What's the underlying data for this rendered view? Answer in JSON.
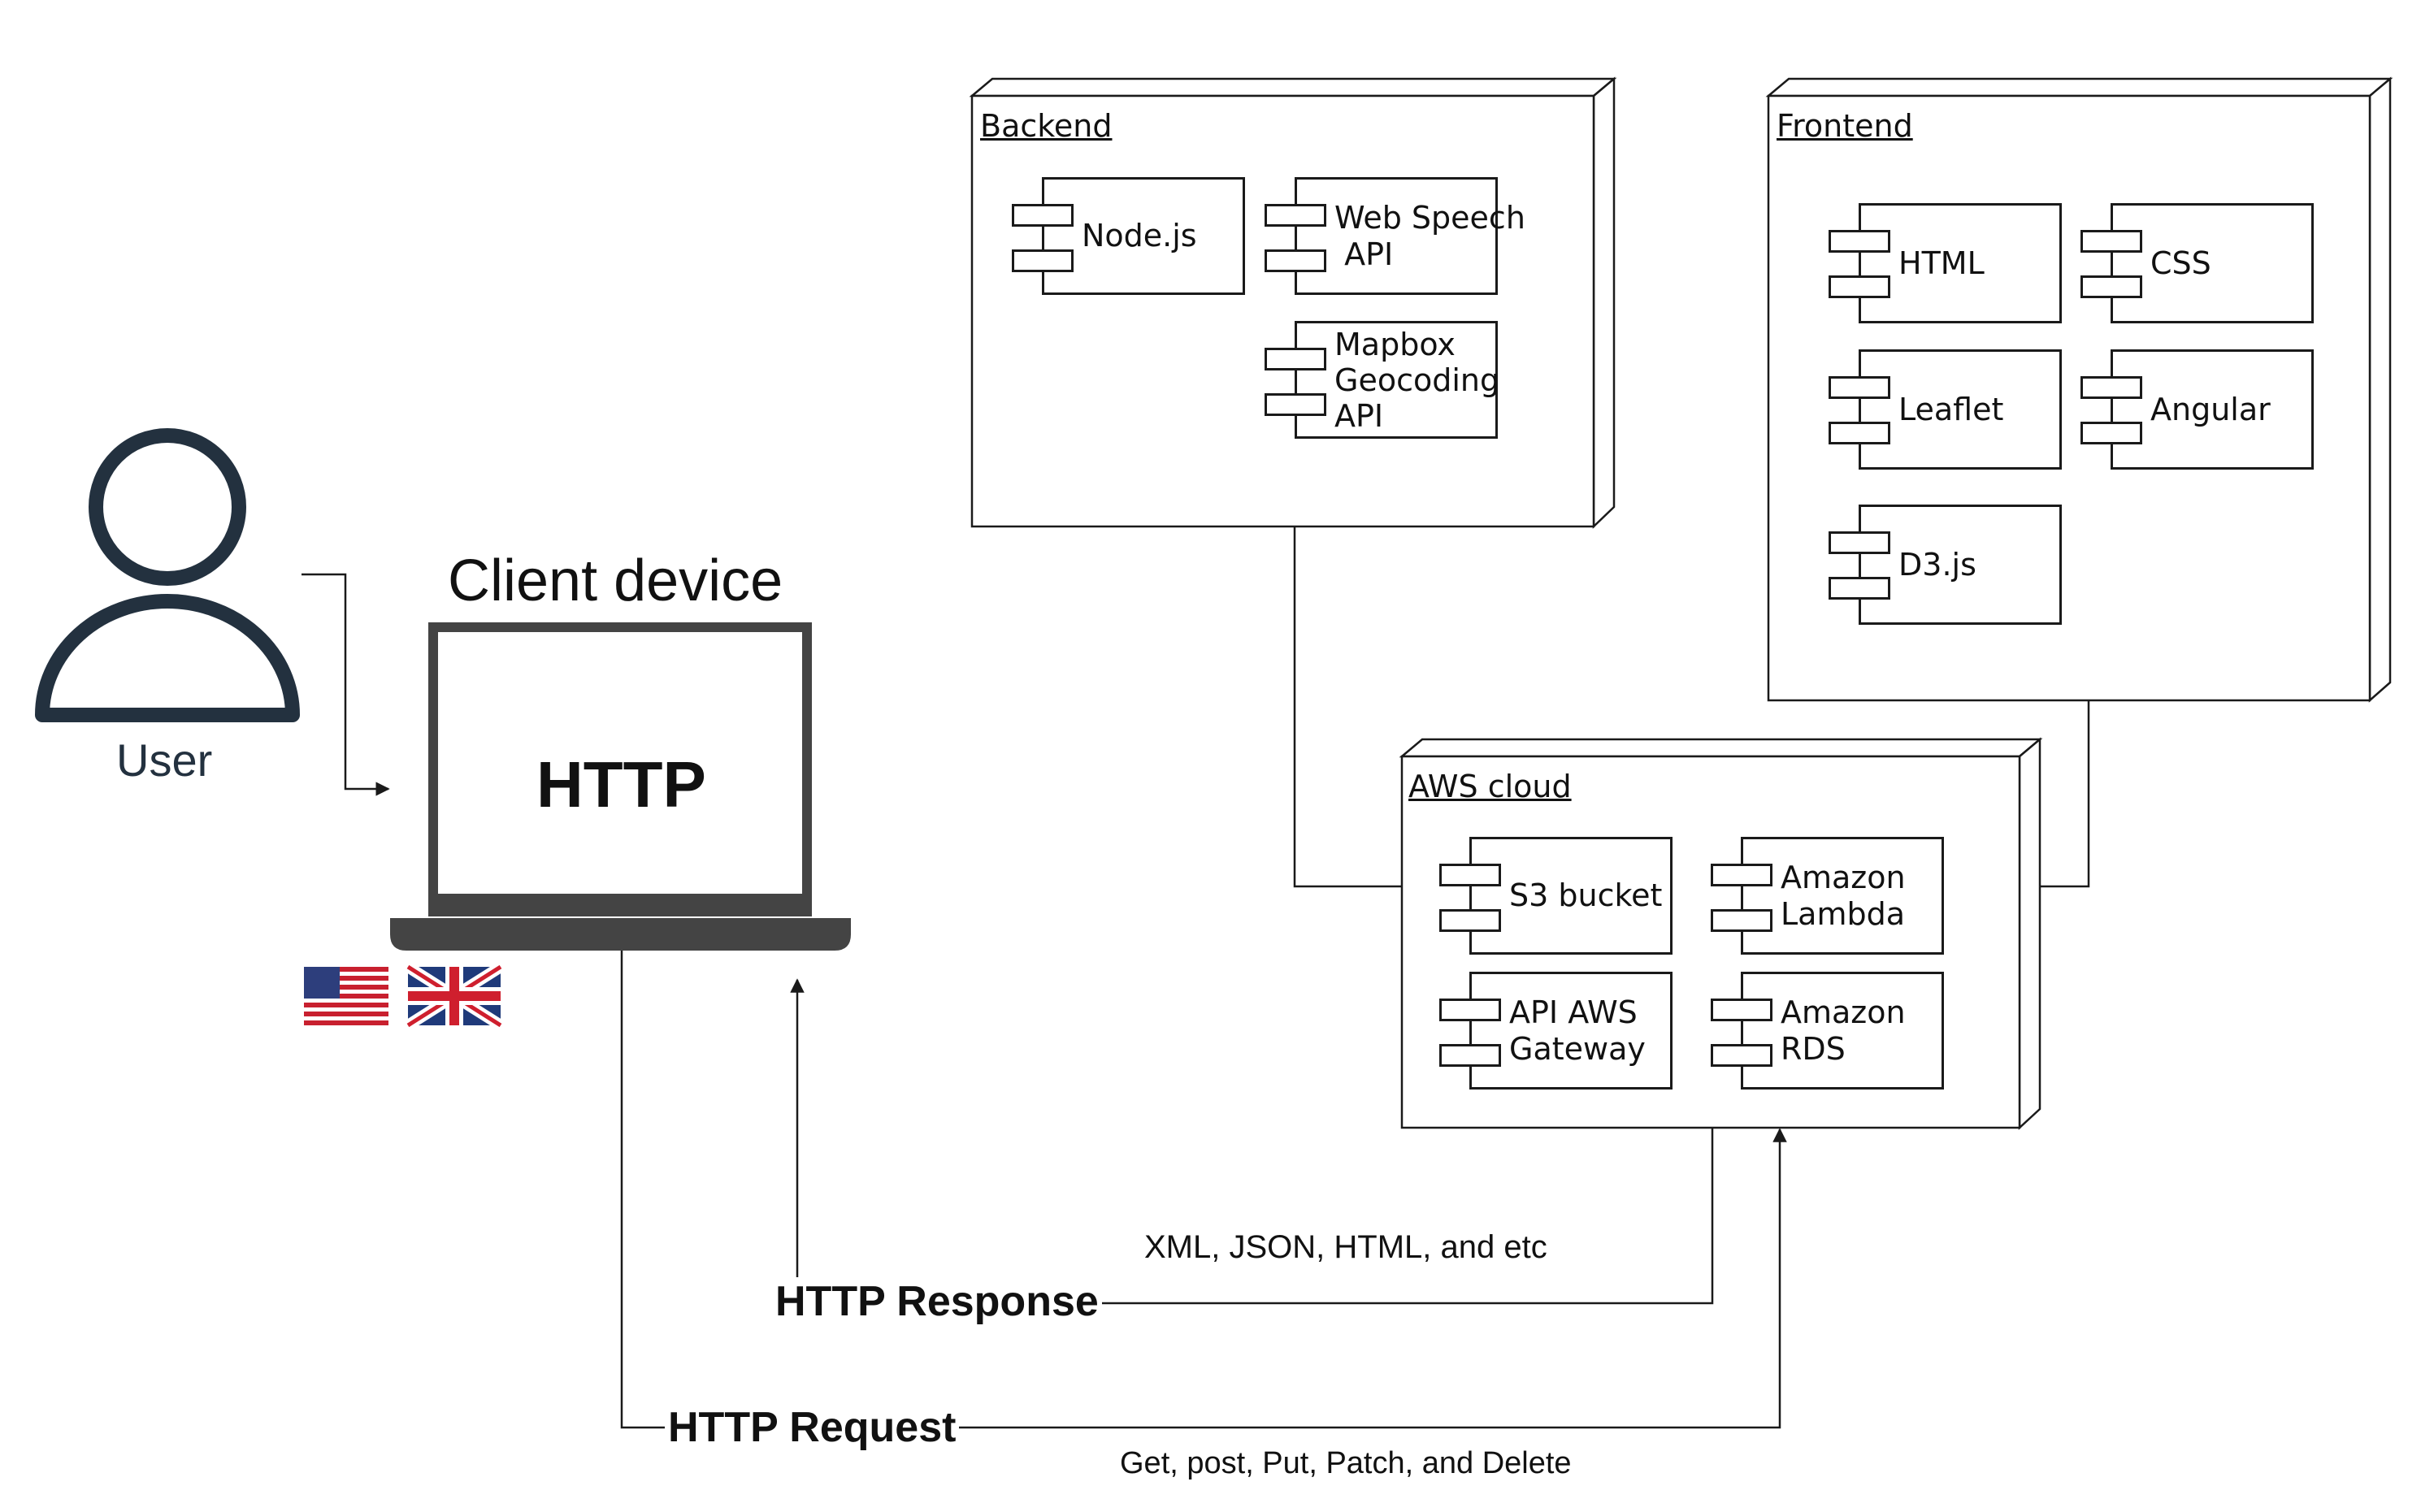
{
  "actor": {
    "label": "User"
  },
  "client": {
    "title": "Client device",
    "screen_text": "HTTP"
  },
  "flags": [
    "us-flag",
    "uk-flag"
  ],
  "backend": {
    "title": "Backend",
    "components": [
      "Node.js",
      "Web Speech\n API",
      "Mapbox\nGeocoding\nAPI"
    ]
  },
  "frontend": {
    "title": "Frontend",
    "components": [
      "HTML",
      "CSS",
      "Leaflet",
      "Angular",
      "D3.js"
    ]
  },
  "aws": {
    "title": "AWS cloud",
    "components": [
      "S3 bucket",
      "Amazon\nLambda",
      "API AWS\nGateway",
      "Amazon\nRDS"
    ]
  },
  "edges": {
    "response_label": "HTTP Response",
    "response_formats": "XML, JSON, HTML, and etc",
    "request_label": "HTTP Request",
    "request_methods": "Get, post, Put, Patch, and Delete"
  },
  "colors": {
    "actor": "#23313f",
    "laptop": "#444444",
    "line": "#1a1a1a"
  }
}
